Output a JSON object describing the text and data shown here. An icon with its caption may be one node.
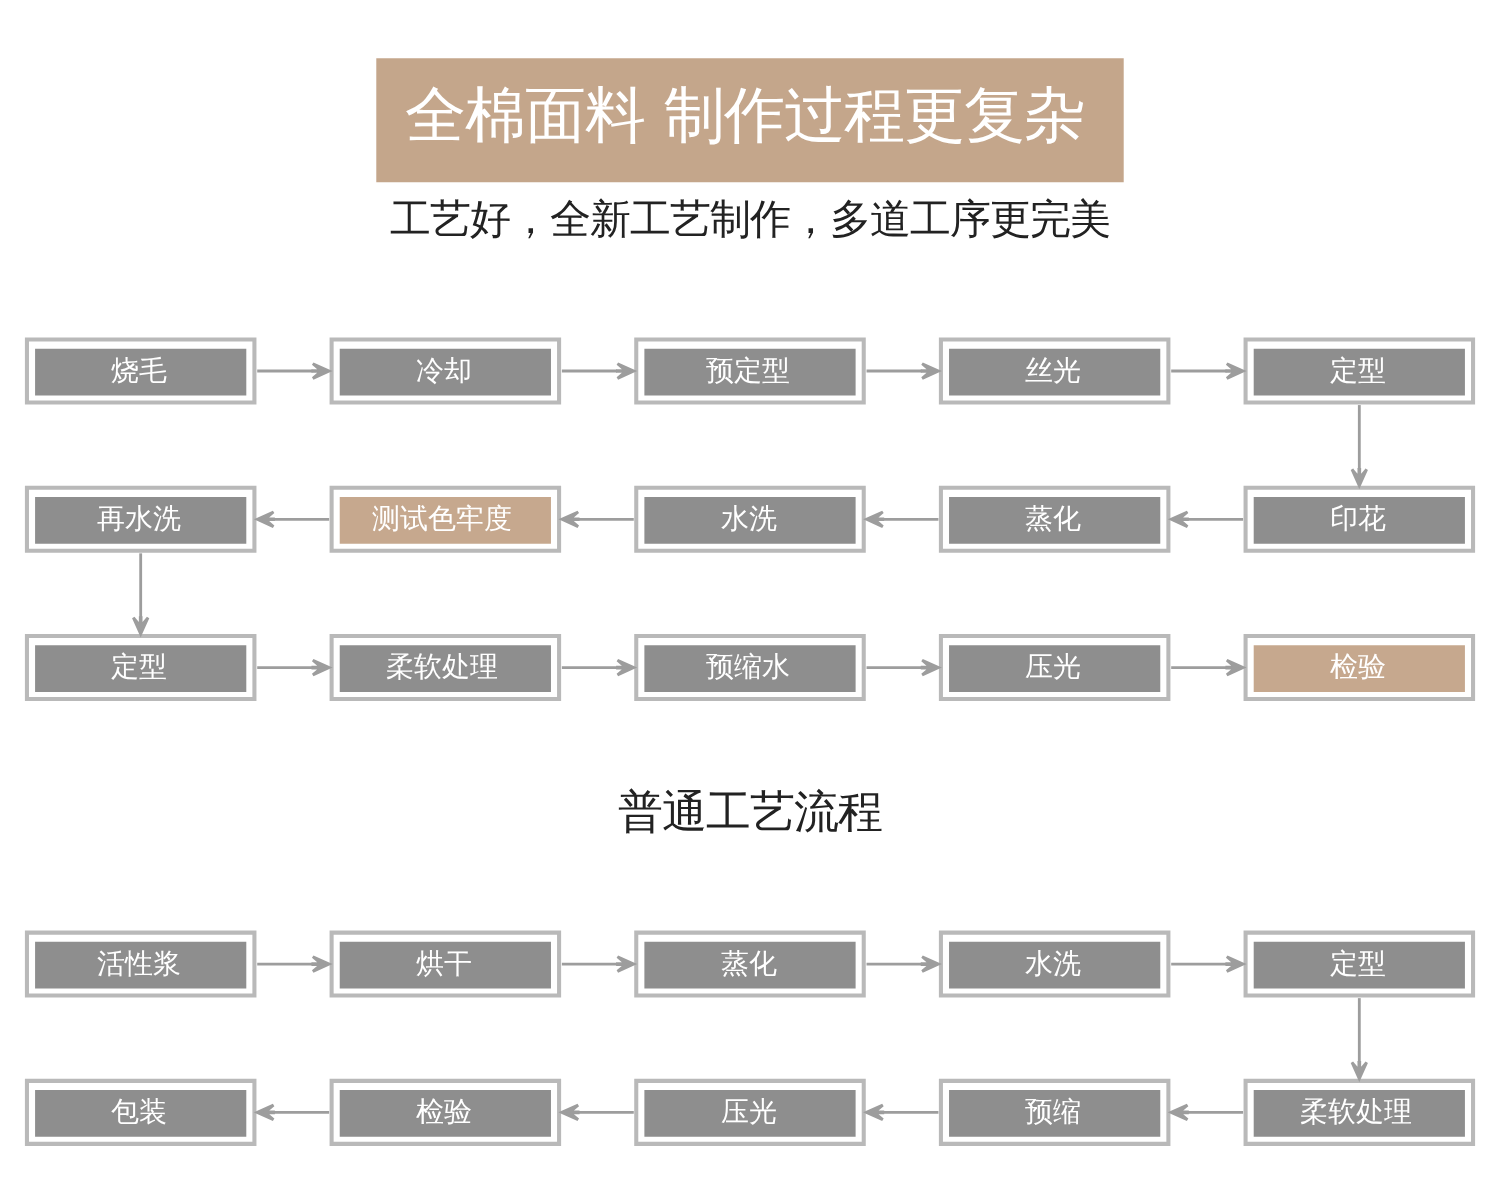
{
  "diagram": {
    "title": "全棉面料 制作过程更复杂",
    "nodes": [
      {
        "text": [
          "烧毛"
        ]
      },
      {
        "text": [
          "冷却"
        ]
      },
      {
        "text": [
          "预定型"
        ]
      },
      {
        "text": [
          "丝光"
        ]
      },
      {
        "text": [
          "定型"
        ]
      },
      {
        "text": [
          "再水洗"
        ]
      },
      {
        "text": [
          "测试色牢度"
        ]
      },
      {
        "text": [
          "水洗"
        ]
      },
      {
        "text": [
          "蒸化"
        ]
      },
      {
        "text": [
          "印花"
        ]
      },
      {
        "text": [
          "定型"
        ]
      },
      {
        "text": [
          "柔软处理"
        ]
      },
      {
        "text": [
          "预缩水"
        ]
      },
      {
        "text": [
          "压光"
        ]
      },
      {
        "text": [
          "检验"
        ]
      },
      {
        "text": [
          "活性浆"
        ]
      },
      {
        "text": [
          "烘干"
        ]
      },
      {
        "text": [
          "蒸化"
        ]
      },
      {
        "text": [
          "水洗"
        ]
      },
      {
        "text": [
          "定型"
        ]
      },
      {
        "text": [
          "包装"
        ]
      },
      {
        "text": [
          "检验"
        ]
      },
      {
        "text": [
          "压光"
        ]
      },
      {
        "text": [
          "预缩"
        ]
      },
      {
        "text": [
          "柔软处理"
        ]
      }
    ],
    "edges": [
      {
        "from": 0,
        "to": 1,
        "arrow": "to"
      },
      {
        "from": 1,
        "to": 2,
        "arrow": "to"
      },
      {
        "from": 2,
        "to": 3,
        "arrow": "to"
      },
      {
        "from": 3,
        "to": 4,
        "arrow": "to"
      },
      {
        "from": 4,
        "to": 9,
        "arrow": "to"
      },
      {
        "from": 9,
        "to": 8,
        "arrow": "to"
      },
      {
        "from": 8,
        "to": 7,
        "arrow": "to"
      },
      {
        "from": 7,
        "to": 6,
        "arrow": "to"
      },
      {
        "from": 6,
        "to": 5,
        "arrow": "to"
      },
      {
        "from": 5,
        "to": 10,
        "arrow": "to"
      },
      {
        "from": 10,
        "to": 11,
        "arrow": "to"
      },
      {
        "from": 11,
        "to": 12,
        "arrow": "to"
      },
      {
        "from": 12,
        "to": 13,
        "arrow": "to"
      },
      {
        "from": 13,
        "to": 14,
        "arrow": "to"
      },
      {
        "from": 15,
        "to": 16,
        "arrow": "to"
      },
      {
        "from": 16,
        "to": 17,
        "arrow": "to"
      },
      {
        "from": 17,
        "to": 18,
        "arrow": "to"
      },
      {
        "from": 18,
        "to": 19,
        "arrow": "to"
      },
      {
        "from": 19,
        "to": 24,
        "arrow": "to"
      },
      {
        "from": 24,
        "to": 23,
        "arrow": "to"
      },
      {
        "from": 23,
        "to": 22,
        "arrow": "to"
      },
      {
        "from": 22,
        "to": 21,
        "arrow": "to"
      },
      {
        "from": 21,
        "to": 20,
        "arrow": "to"
      }
    ],
    "labels": [
      "工艺好，全新工艺制作，多道工序更完美",
      "普通工艺流程"
    ]
  }
}
